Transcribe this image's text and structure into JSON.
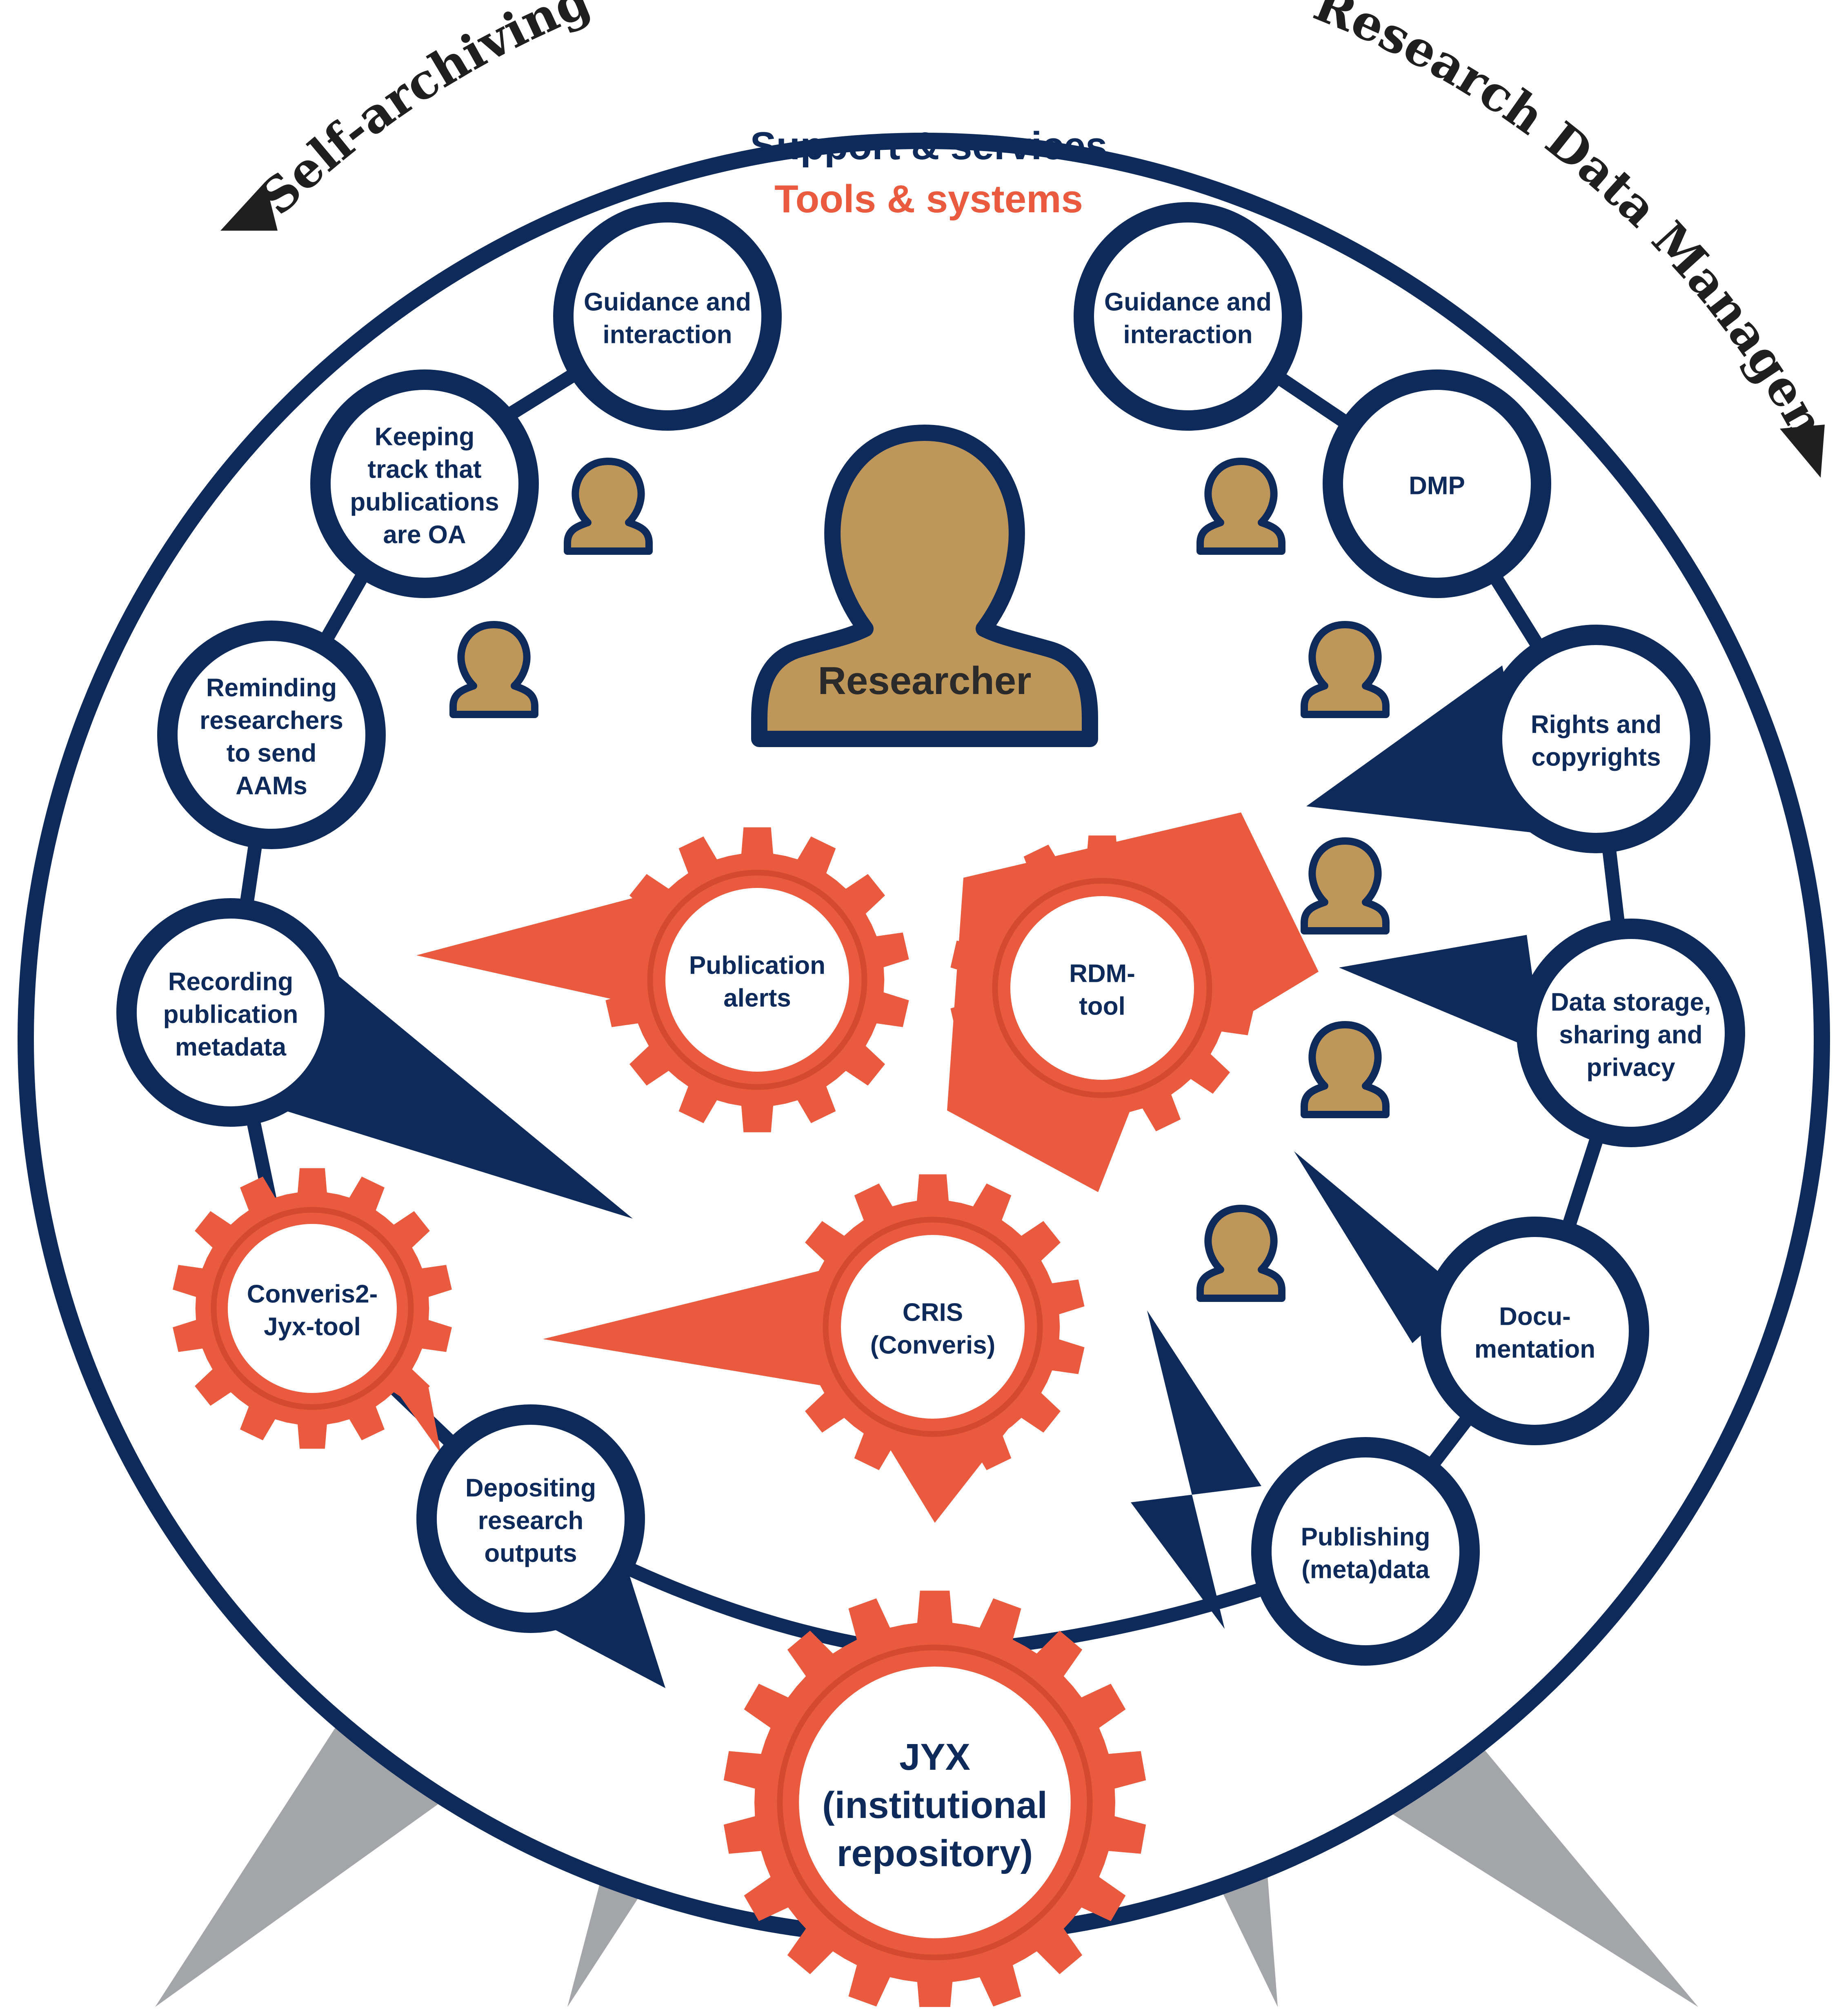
{
  "colors": {
    "navy": "#0d2a5a",
    "orange": "#ea5a3e",
    "gold": "#bf965a",
    "grey": "#a4a5a8",
    "white": "#ffffff",
    "text_dark": "#1f1f1f"
  },
  "header": {
    "support": "Support & services",
    "tools": "Tools & systems"
  },
  "arc_labels": {
    "left": "Self-archiving",
    "right": "Research Data Management"
  },
  "researcher": {
    "label": "Researcher",
    "icon": "person-icon"
  },
  "self_archiving_nodes": [
    {
      "id": "guidance-left",
      "lines": [
        "Guidance and",
        "interaction"
      ]
    },
    {
      "id": "keeping-track",
      "lines": [
        "Keeping",
        "track that",
        "publications",
        "are OA"
      ]
    },
    {
      "id": "reminding",
      "lines": [
        "Reminding",
        "researchers",
        "to send",
        "AAMs"
      ]
    },
    {
      "id": "recording",
      "lines": [
        "Recording",
        "publication",
        "metadata"
      ]
    },
    {
      "id": "depositing",
      "lines": [
        "Depositing",
        "research",
        "outputs"
      ]
    }
  ],
  "rdm_nodes": [
    {
      "id": "guidance-right",
      "lines": [
        "Guidance and",
        "interaction"
      ]
    },
    {
      "id": "dmp",
      "lines": [
        "DMP"
      ]
    },
    {
      "id": "rights",
      "lines": [
        "Rights and",
        "copyrights"
      ]
    },
    {
      "id": "storage",
      "lines": [
        "Data storage,",
        "sharing and",
        "privacy"
      ]
    },
    {
      "id": "documentation",
      "lines": [
        "Docu-",
        "mentation"
      ]
    },
    {
      "id": "publishing",
      "lines": [
        "Publishing",
        "(meta)data"
      ]
    }
  ],
  "tools": [
    {
      "id": "publication-alerts",
      "lines": [
        "Publication",
        "alerts"
      ]
    },
    {
      "id": "rdm-tool",
      "lines": [
        "RDM-",
        "tool"
      ]
    },
    {
      "id": "converis2jyx",
      "lines": [
        "Converis2-",
        "Jyx-tool"
      ]
    },
    {
      "id": "cris",
      "lines": [
        "CRIS",
        "(Converis)"
      ]
    }
  ],
  "repository": {
    "lines": [
      "JYX",
      "(institutional",
      "repository)"
    ]
  }
}
